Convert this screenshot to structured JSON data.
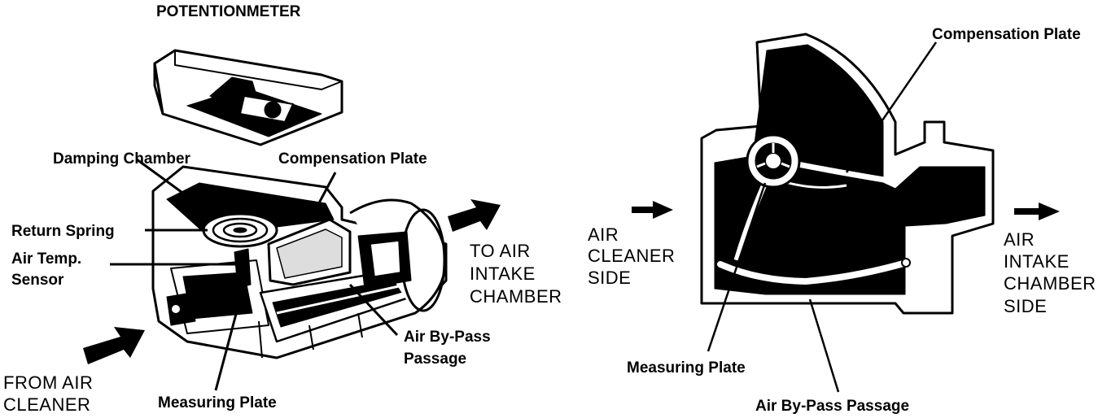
{
  "left_figure": {
    "potentiometer": "POTENTIONMETER",
    "damping_chamber": "Damping Chamber",
    "compensation_plate": "Compensation Plate",
    "return_spring": "Return Spring",
    "air_temp_line1": "Air Temp.",
    "air_temp_line2": "Sensor",
    "to_air_line1": "TO AIR",
    "to_air_line2": "INTAKE",
    "to_air_line3": "CHAMBER",
    "air_bypass_line1": "Air By-Pass",
    "air_bypass_line2": "Passage",
    "from_air_line1": "FROM AIR",
    "from_air_line2": "CLEANER",
    "measuring_plate": "Measuring Plate"
  },
  "right_figure": {
    "compensation_plate": "Compensation Plate",
    "air_cleaner_line1": "AIR",
    "air_cleaner_line2": "CLEANER",
    "air_cleaner_line3": "SIDE",
    "air_intake_line1": "AIR",
    "air_intake_line2": "INTAKE",
    "air_intake_line3": "CHAMBER",
    "air_intake_line4": "SIDE",
    "measuring_plate": "Measuring Plate",
    "air_bypass": "Air By-Pass Passage"
  }
}
